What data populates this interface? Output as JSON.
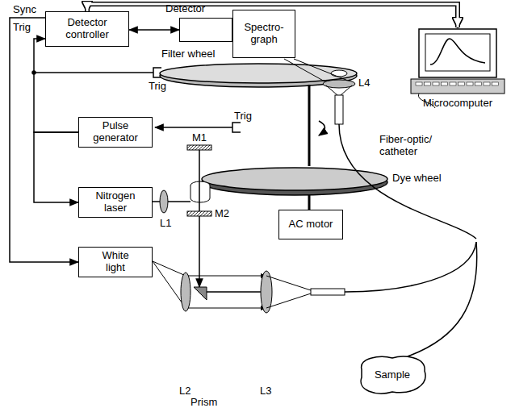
{
  "diagram": {
    "nodes": [
      {
        "text": [
          "Detector controller"
        ]
      },
      {
        "text": [
          "Detector"
        ]
      },
      {
        "text": [
          "Spectro- graph"
        ]
      },
      {
        "text": [
          "Microcomputer"
        ]
      },
      {
        "text": [
          "Pulse generator"
        ]
      },
      {
        "text": [
          "Nitrogen laser"
        ]
      },
      {
        "text": [
          "AC motor"
        ]
      },
      {
        "text": [
          "White light"
        ]
      },
      {
        "text": [
          "Sample"
        ]
      }
    ],
    "edges": [
      {
        "from": 0,
        "to": 1,
        "arrow": "both"
      },
      {
        "from": 0,
        "to": 3,
        "arrow": "both"
      },
      {
        "from": 0,
        "to": 7,
        "arrow": "to"
      },
      {
        "from": 4,
        "to": 5,
        "arrow": "to"
      },
      {
        "from": 4,
        "to": 0,
        "arrow": "to"
      }
    ],
    "labels": [
      "Sync",
      "Trig",
      "Filter wheel",
      "Trig",
      "Trig",
      "M1",
      "M2",
      "L1",
      "Dye wheel",
      "L4",
      "Fiber-optic/ catheter",
      "L2",
      "Prism",
      "L3"
    ]
  }
}
